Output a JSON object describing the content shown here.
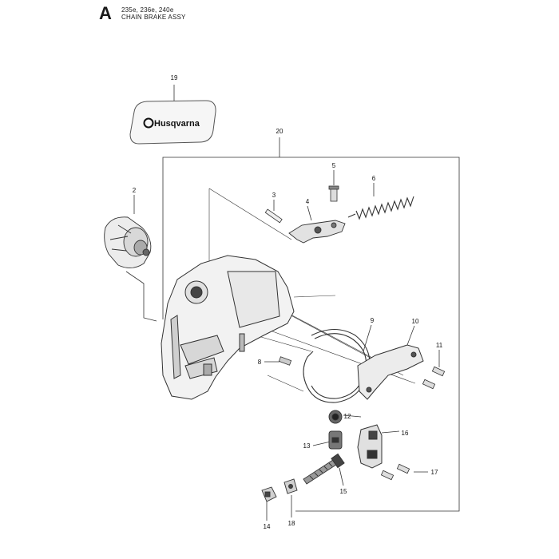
{
  "header": {
    "section_letter": "A",
    "models": "235e, 236e, 240e",
    "title": "CHAIN BRAKE ASSY"
  },
  "decal": {
    "brand": "Husqvarna"
  },
  "callouts": [
    {
      "id": "c19",
      "label": "19"
    },
    {
      "id": "c20",
      "label": "20"
    },
    {
      "id": "c2",
      "label": "2"
    },
    {
      "id": "c3",
      "label": "3"
    },
    {
      "id": "c4",
      "label": "4"
    },
    {
      "id": "c5",
      "label": "5"
    },
    {
      "id": "c6",
      "label": "6"
    },
    {
      "id": "c8",
      "label": "8"
    },
    {
      "id": "c9",
      "label": "9"
    },
    {
      "id": "c10",
      "label": "10"
    },
    {
      "id": "c11",
      "label": "11"
    },
    {
      "id": "c12",
      "label": "12"
    },
    {
      "id": "c13",
      "label": "13"
    },
    {
      "id": "c14",
      "label": "14"
    },
    {
      "id": "c15",
      "label": "15"
    },
    {
      "id": "c16",
      "label": "16"
    },
    {
      "id": "c17",
      "label": "17"
    },
    {
      "id": "c18",
      "label": "18"
    }
  ],
  "colors": {
    "line": "#333333",
    "part_fill": "#f4f4f4",
    "part_shade": "#bdbdbd",
    "dark": "#2a2a2a"
  }
}
